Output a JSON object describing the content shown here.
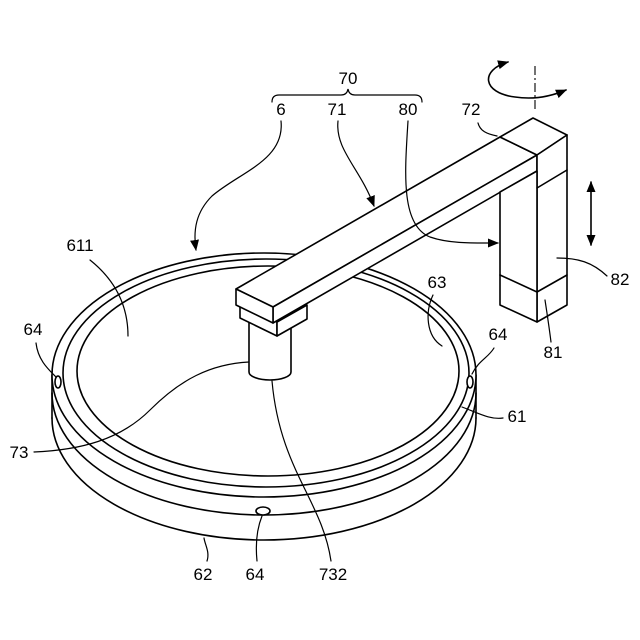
{
  "reference_numerals": {
    "n70": "70",
    "n6": "6",
    "n71": "71",
    "n80": "80",
    "n72": "72",
    "n611": "611",
    "n63": "63",
    "n64_left": "64",
    "n82": "82",
    "n81": "81",
    "n64_right": "64",
    "n61": "61",
    "n73": "73",
    "n62": "62",
    "n64_bottom": "64",
    "n732": "732"
  },
  "symbols": {
    "rotation": "rotation-arrow-icon",
    "vertical_motion": "vertical-double-arrow-icon"
  },
  "colors": {
    "line": "#000000",
    "background": "#ffffff"
  }
}
